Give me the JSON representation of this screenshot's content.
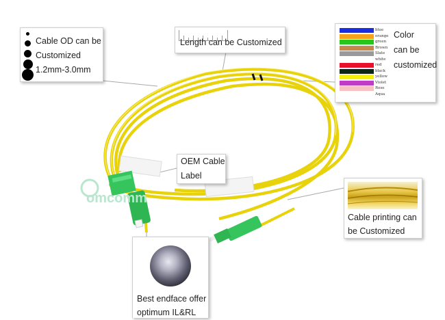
{
  "od_callout": {
    "line1": "Cable OD can be",
    "line2": "Customized",
    "line3": "1.2mm-3.0mm"
  },
  "length_callout": {
    "text": "Length can be Customized"
  },
  "color_callout": {
    "line1": "Color",
    "line2": "can be",
    "line3": "customized",
    "swatches": [
      {
        "name": "blue",
        "color": "#1a2ee0"
      },
      {
        "name": "orange",
        "color": "#f7a21d"
      },
      {
        "name": "green",
        "color": "#27c61b"
      },
      {
        "name": "Brown",
        "color": "#c58a4b"
      },
      {
        "name": "Slate",
        "color": "#9a9a9a"
      },
      {
        "name": "white",
        "color": "#ffffff"
      },
      {
        "name": "red",
        "color": "#e8102a"
      },
      {
        "name": "black",
        "color": "#0b2614"
      },
      {
        "name": "yellow",
        "color": "#f4f00a"
      },
      {
        "name": "Violet",
        "color": "#c13cc4"
      },
      {
        "name": "Rose",
        "color": "#f6c2c2"
      },
      {
        "name": "Aqua",
        "color": "#ffffff"
      }
    ]
  },
  "oem_callout": {
    "line1": "OEM Cable",
    "line2": "Label"
  },
  "printing_callout": {
    "line1": "Cable printing can",
    "line2": "be Customized"
  },
  "endface_callout": {
    "line1": "Best endface offer",
    "line2": "optimum IL&RL"
  },
  "watermark": {
    "text": "omcomm"
  },
  "colors": {
    "cable": "#f2e312",
    "connector": "#36c55d"
  }
}
